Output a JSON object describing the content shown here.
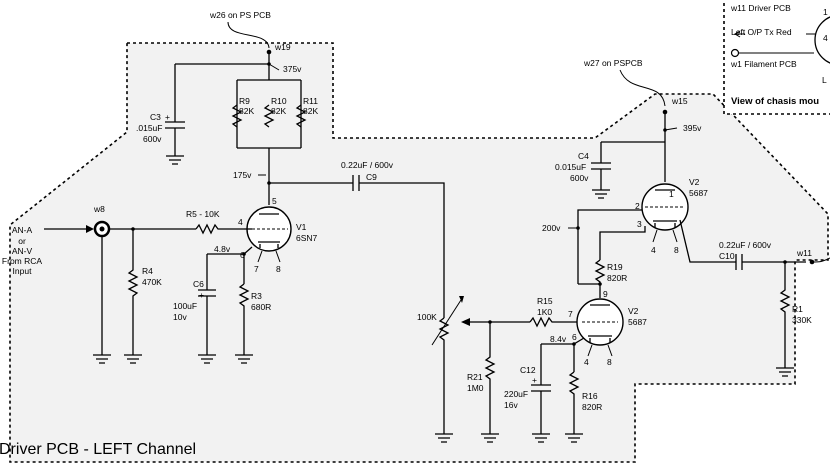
{
  "title": "Driver PCB - LEFT Channel",
  "header_box": {
    "w11": "w11 Driver PCB",
    "left_op": "Left O/P Tx  Red",
    "w1": "w1 Filament PCB",
    "view": "View of chasis mou",
    "pin1": "1",
    "pin4": "4",
    "edge_l": "L"
  },
  "input": {
    "line1": "AN-A",
    "line2": "or",
    "line3": "AN-V",
    "line4": "From RCA",
    "line5": "Input",
    "w8": "w8"
  },
  "supply_left": {
    "w26": "w26 on PS PCB",
    "w19": "w19",
    "v375": "375v",
    "v175": "175v"
  },
  "supply_right": {
    "w27": "w27 on PSPCB",
    "w15": "w15",
    "v395": "395v",
    "v200": "200v"
  },
  "v1": {
    "name": "V1",
    "type": "6SN7",
    "pin5": "5",
    "pin4": "4",
    "pin6": "6",
    "pin7": "7",
    "pin8": "8",
    "v_cathode": "4.8v"
  },
  "v2a": {
    "name": "V2",
    "type": "5687",
    "pin1": "1",
    "pin2": "2",
    "pin3": "3",
    "pin4": "4",
    "pin8": "8"
  },
  "v2b": {
    "name": "V2",
    "type": "5687",
    "pin9": "9",
    "pin7": "7",
    "pin6": "6",
    "pin4": "4",
    "pin8": "8",
    "v_cathode": "8.4v"
  },
  "components": {
    "c3": {
      "ref": "C3",
      "plus": "+",
      "value": ".015uF",
      "volt": "600v"
    },
    "r9": {
      "ref": "R9",
      "value": "82K"
    },
    "r10": {
      "ref": "R10",
      "value": "82K"
    },
    "r11": {
      "ref": "R11",
      "value": "82K"
    },
    "c9": {
      "value": "0.22uF / 600v",
      "ref": "C9"
    },
    "r5": {
      "label": "R5 - 10K"
    },
    "r4": {
      "ref": "R4",
      "value": "470K"
    },
    "c6": {
      "ref": "C6",
      "plus": "+",
      "value": "100uF",
      "volt": "10v"
    },
    "r3": {
      "ref": "R3",
      "value": "680R"
    },
    "c4": {
      "ref": "C4",
      "value": "0.015uF",
      "volt": "600v"
    },
    "r19": {
      "ref": "R19",
      "value": "820R"
    },
    "pot": {
      "value": "100K"
    },
    "r15": {
      "ref": "R15",
      "value": "1K0"
    },
    "r21": {
      "ref": "R21",
      "value": "1M0"
    },
    "c12": {
      "ref": "C12",
      "plus": "+",
      "value": "220uF",
      "volt": "16v"
    },
    "r16": {
      "ref": "R16",
      "value": "820R"
    },
    "c10": {
      "value": "0.22uF / 600v",
      "ref": "C10"
    },
    "r1": {
      "ref": "R1",
      "value": "330K"
    },
    "w11": "w11"
  }
}
